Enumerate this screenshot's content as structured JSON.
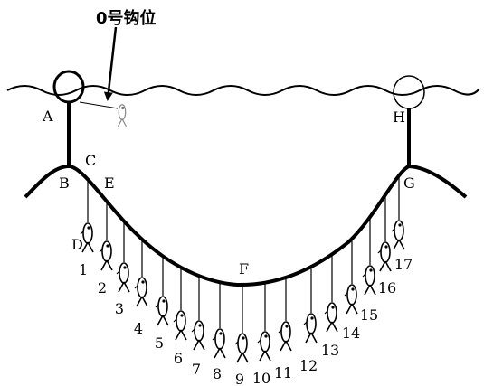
{
  "title": "0号钩位",
  "points": {
    "A": "A",
    "B": "B",
    "C": "C",
    "D": "D",
    "E": "E",
    "F": "F",
    "G": "G",
    "H": "H"
  },
  "hook_numbers": [
    "1",
    "2",
    "3",
    "4",
    "5",
    "6",
    "7",
    "8",
    "9",
    "10",
    "11",
    "12",
    "13",
    "14",
    "15",
    "16",
    "17"
  ]
}
